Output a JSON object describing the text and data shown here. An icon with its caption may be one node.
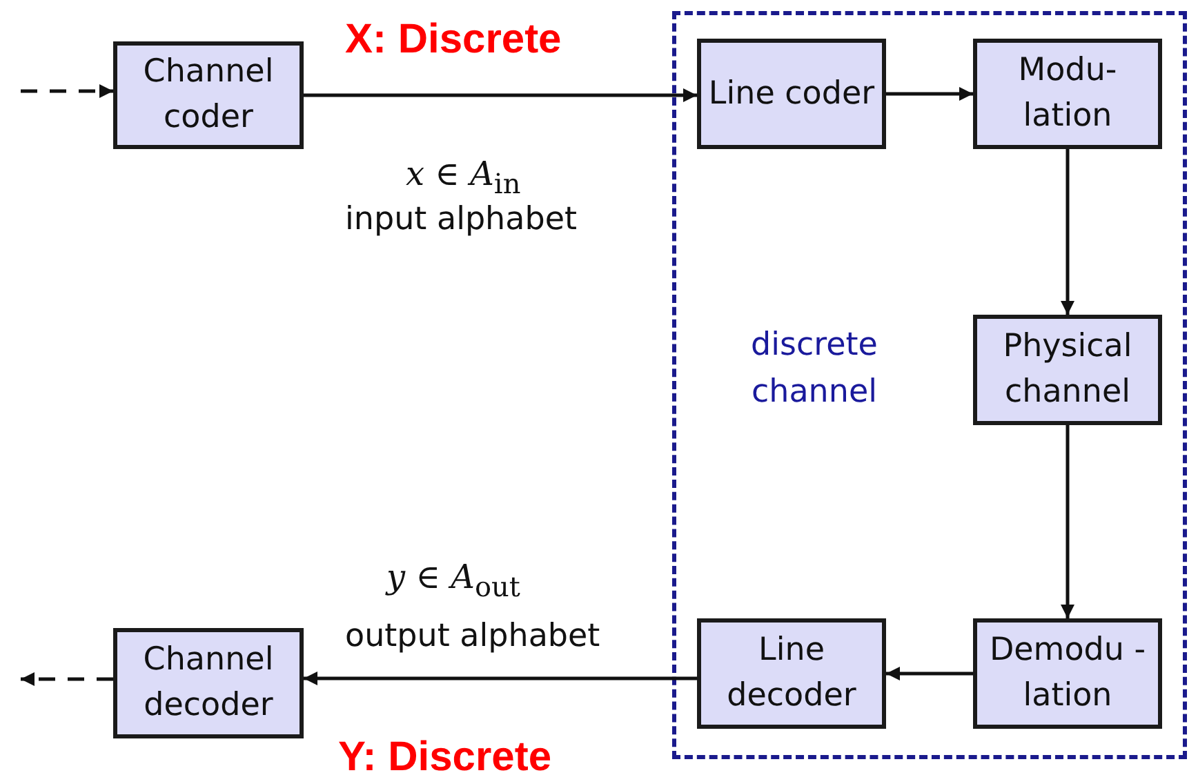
{
  "diagram": {
    "nodes": [
      {
        "text": [
          "discrete channel"
        ]
      },
      {
        "text": [
          "Channel coder"
        ]
      },
      {
        "text": [
          "Line coder"
        ],
        "in": 0
      },
      {
        "text": [
          "Modu- lation"
        ],
        "in": 0
      },
      {
        "text": [
          "Physical channel"
        ],
        "in": 0
      },
      {
        "text": [
          "Demodu -lation"
        ],
        "in": 0
      },
      {
        "text": [
          "Line decoder"
        ],
        "in": 0
      },
      {
        "text": [
          "Channel decoder"
        ]
      }
    ],
    "edges": [
      {
        "from": null,
        "to": 1,
        "arrow": "to",
        "style": "dashed"
      },
      {
        "from": 1,
        "to": 2,
        "arrow": "to"
      },
      {
        "from": 2,
        "to": 3,
        "arrow": "to"
      },
      {
        "from": 3,
        "to": 4,
        "arrow": "to"
      },
      {
        "from": 4,
        "to": 5,
        "arrow": "to"
      },
      {
        "from": 5,
        "to": 6,
        "arrow": "to"
      },
      {
        "from": 6,
        "to": 7,
        "arrow": "to"
      },
      {
        "from": 7,
        "to": null,
        "arrow": "to",
        "style": "dashed"
      }
    ],
    "labels": [
      "X: Discrete",
      "*x* ∈ *A*$_{in}$",
      "input alphabet",
      "*y* ∈ *A*$_{out}$",
      "output alphabet",
      "Y: Discrete"
    ]
  }
}
